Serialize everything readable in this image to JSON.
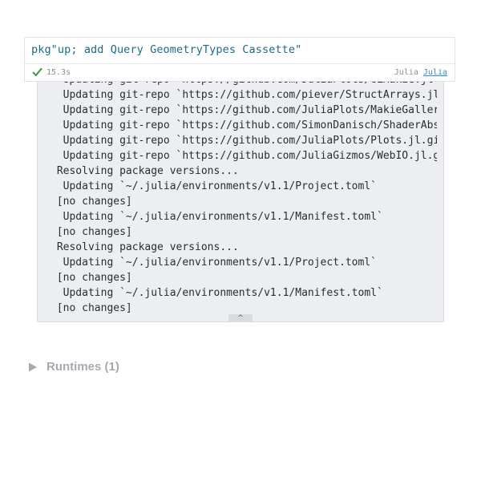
{
  "cell": {
    "code": "pkg\"up; add Query GeometryTypes Cassette\"",
    "duration": "15.3s",
    "runtime_label": "Julia",
    "runtime_link": "Julia"
  },
  "output": {
    "lines": [
      "  Updating git-repo `https://github.com/JuliaPlots/GLMakie.jl`",
      "  Updating git-repo `https://github.com/piever/StructArrays.jl`",
      "  Updating git-repo `https://github.com/JuliaPlots/MakieGallery.jl`",
      "  Updating git-repo `https://github.com/SimonDanisch/ShaderAbstractions.jl`",
      "  Updating git-repo `https://github.com/JuliaPlots/Plots.jl.git`",
      "  Updating git-repo `https://github.com/JuliaGizmos/WebIO.jl.git`",
      " Resolving package versions...",
      "  Updating `~/.julia/environments/v1.1/Project.toml`",
      " [no changes]",
      "  Updating `~/.julia/environments/v1.1/Manifest.toml`",
      " [no changes]",
      " Resolving package versions...",
      "  Updating `~/.julia/environments/v1.1/Project.toml`",
      " [no changes]",
      "  Updating `~/.julia/environments/v1.1/Manifest.toml`",
      " [no changes]"
    ],
    "collapse_glyph": "^"
  },
  "runtimes": {
    "label": "Runtimes (1)",
    "icon": "triangle-right-icon"
  },
  "colors": {
    "code": "#1c6a88",
    "success": "#3a9a3a",
    "link": "#3a8ebf",
    "muted": "#a6aab0"
  }
}
